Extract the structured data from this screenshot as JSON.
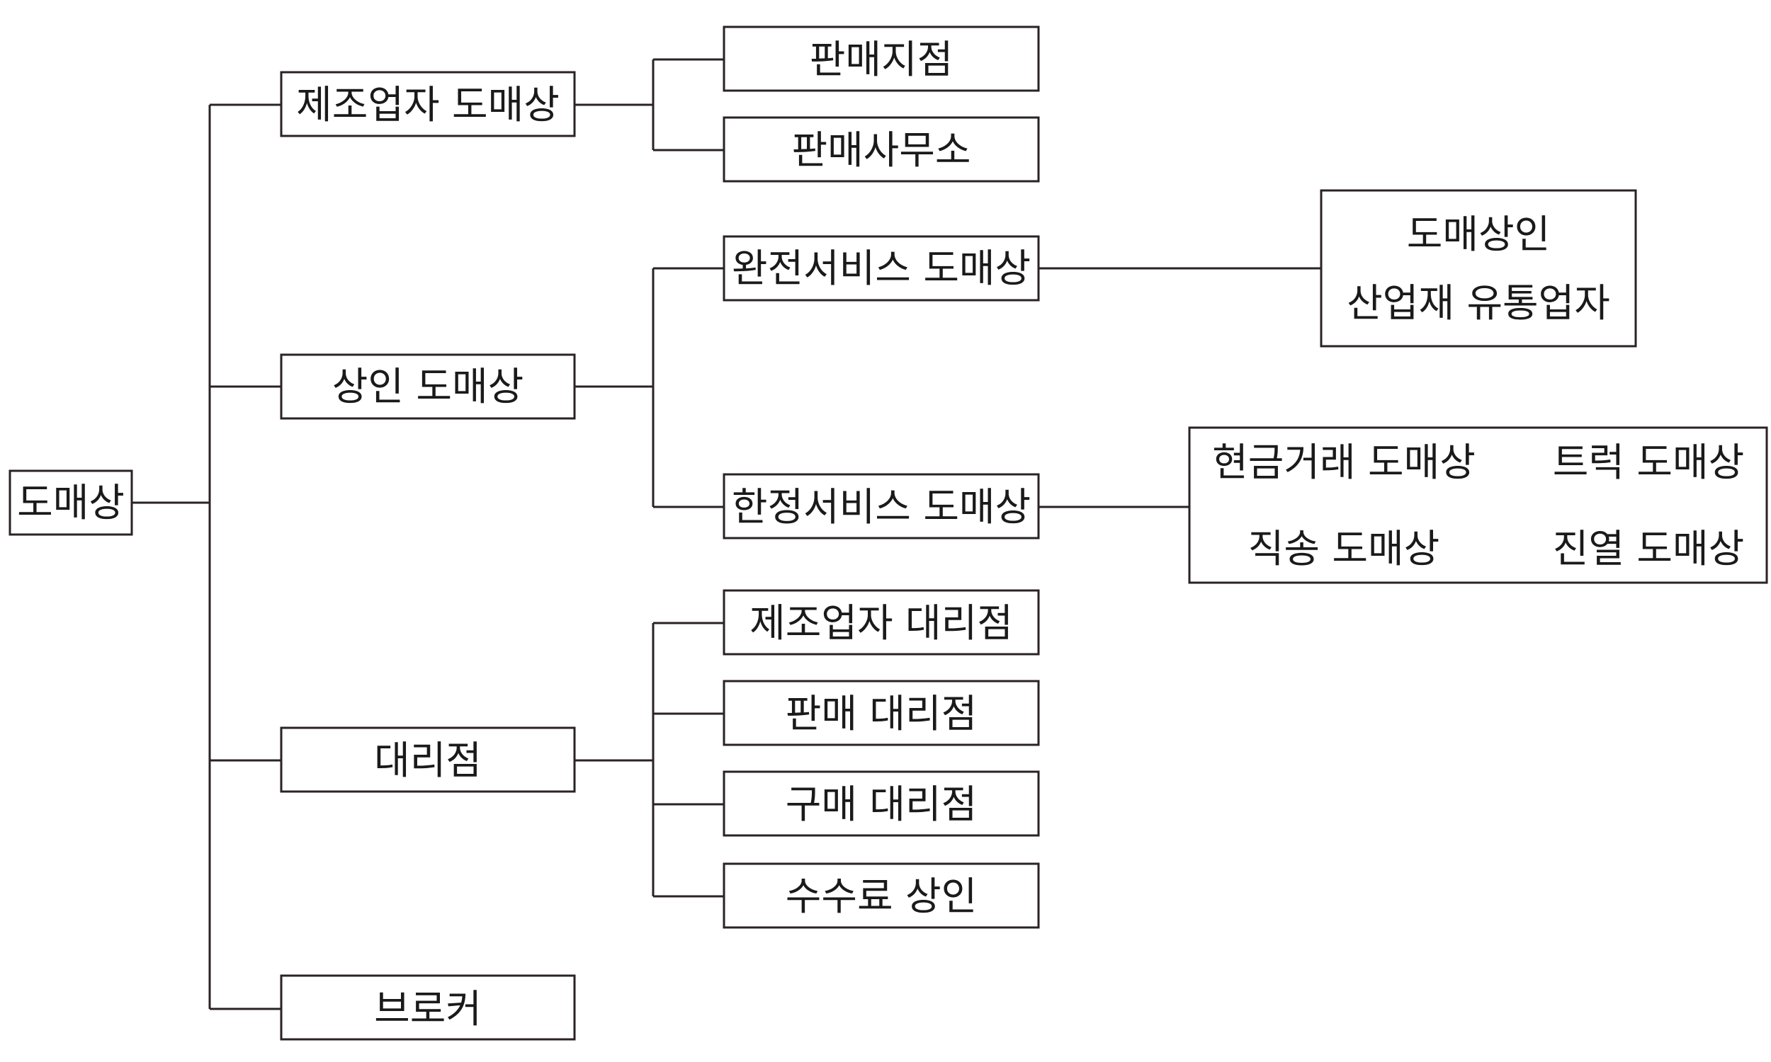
{
  "tree": {
    "root": {
      "label": "도매상"
    },
    "level1": [
      {
        "label": "제조업자 도매상"
      },
      {
        "label": "상인 도매상"
      },
      {
        "label": "대리점"
      },
      {
        "label": "브로커"
      }
    ],
    "manufacturer_children": [
      {
        "label": "판매지점"
      },
      {
        "label": "판매사무소"
      }
    ],
    "merchant_children": [
      {
        "label": "완전서비스 도매상"
      },
      {
        "label": "한정서비스 도매상"
      }
    ],
    "agent_children": [
      {
        "label": "제조업자 대리점"
      },
      {
        "label": "판매 대리점"
      },
      {
        "label": "구매 대리점"
      },
      {
        "label": "수수료 상인"
      }
    ],
    "full_service_types": [
      {
        "label": "도매상인"
      },
      {
        "label": "산업재 유통업자"
      }
    ],
    "limited_service_types": [
      {
        "label": "현금거래 도매상"
      },
      {
        "label": "트럭 도매상"
      },
      {
        "label": "직송 도매상"
      },
      {
        "label": "진열 도매상"
      }
    ]
  }
}
